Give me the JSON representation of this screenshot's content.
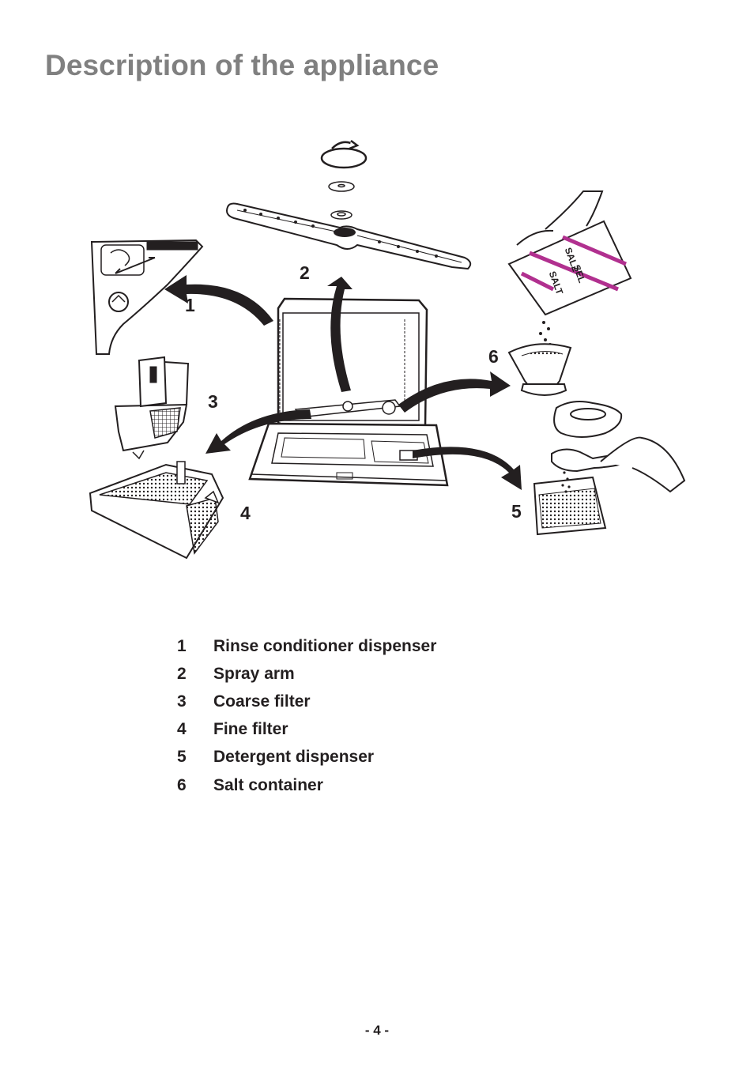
{
  "page": {
    "title": "Description of the appliance",
    "page_number": "- 4 -"
  },
  "diagram": {
    "callouts": [
      "1",
      "2",
      "3",
      "4",
      "5",
      "6"
    ],
    "packet_labels": [
      "SALZ",
      "SEL",
      "SALT"
    ],
    "accent_color": "#b1308f"
  },
  "legend": [
    {
      "num": "1",
      "label": "Rinse conditioner dispenser"
    },
    {
      "num": "2",
      "label": "Spray arm"
    },
    {
      "num": "3",
      "label": "Coarse filter"
    },
    {
      "num": "4",
      "label": "Fine filter"
    },
    {
      "num": "5",
      "label": "Detergent dispenser"
    },
    {
      "num": "6",
      "label": "Salt container"
    }
  ]
}
